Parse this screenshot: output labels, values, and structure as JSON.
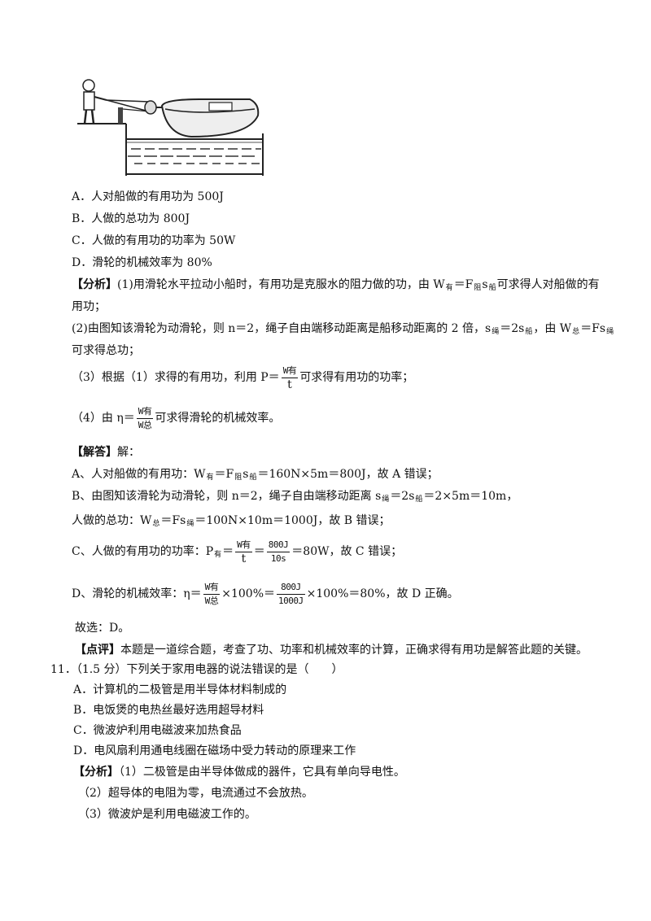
{
  "options_q10": {
    "a": "A．人对船做的有用功为 500J",
    "b": "B．人做的总功为 800J",
    "c": "C．人做的有用功的功率为 50W",
    "d": "D．滑轮的机械效率为 80%"
  },
  "analysis_q10": {
    "tag": "【分析】",
    "p1_a": "(1)用滑轮水平拉动小船时，有用功是克服水的阻力做的功，由 W",
    "p1_b": "＝F",
    "p1_c": "s",
    "p1_d": "可求得人对船做的有",
    "p1_line2": "用功；",
    "p2_a": "(2)由图知该滑轮为动滑轮，则 n＝2，绳子自由端移动距离是船移动距离的 2 倍，s",
    "p2_b": "＝2s",
    "p2_c": "，由 W",
    "p2_d": "＝Fs",
    "p2_line2": "可求得总功；",
    "p3_a": "（3）根据（1）求得的有用功，利用 P＝",
    "p3_num": "W有",
    "p3_den": "t",
    "p3_b": "可求得有用功的功率；",
    "p4_a": "（4）由 η＝",
    "p4_num": "W有",
    "p4_den": "W总",
    "p4_b": "可求得滑轮的机械效率。"
  },
  "solution_q10": {
    "tag": "【解答】",
    "tag_after": "解：",
    "a_1": "A、人对船做的有用功：W",
    "a_2": "＝F",
    "a_3": "s",
    "a_4": "＝160N×5m＝800J，故 A 错误；",
    "b_1": "B、由图知该滑轮为动滑轮，则 n＝2，绳子自由端移动距离 s",
    "b_2": "＝2s",
    "b_3": "＝2×5m＝10m，",
    "b2_1": "人做的总功：W",
    "b2_2": "＝Fs",
    "b2_3": "＝100N×10m＝1000J，故 B 错误；",
    "c_1": "C、人做的有用功的功率：P",
    "c_2": "＝",
    "c_num1": "W有",
    "c_den1": "t",
    "c_3": "＝",
    "c_num2": "800J",
    "c_den2": "10s",
    "c_4": "＝80W，故 C 错误；",
    "d_1": "D、滑轮的机械效率：η＝",
    "d_num1": "W有",
    "d_den1": "W总",
    "d_2": "×100%＝",
    "d_num2": "800J",
    "d_den2": "1000J",
    "d_3": "×100%＝80%，故 D 正确。",
    "choice": "故选：D。"
  },
  "comment_q10": {
    "tag": "【点评】",
    "text": "本题是一道综合题，考查了功、功率和机械效率的计算，正确求得有用功是解答此题的关键。"
  },
  "q11": {
    "stem": "11．（1.5 分）下列关于家用电器的说法错误的是（　　）",
    "a": "A．计算机的二极管是用半导体材料制成的",
    "b": "B．电饭煲的电热丝最好选用超导材料",
    "c": "C．微波炉利用电磁波来加热食品",
    "d": "D．电风扇利用通电线圈在磁场中受力转动的原理来工作"
  },
  "analysis_q11": {
    "tag": "【分析】",
    "p1": "（1）二极管是由半导体做成的器件，它具有单向导电性。",
    "p2": "（2）超导体的电阻为零，电流通过不会放热。",
    "p3": "（3）微波炉是利用电磁波工作的。"
  },
  "subs": {
    "you": "有",
    "zu": "阻",
    "chuan": "船",
    "sheng": "绳",
    "zong": "总"
  }
}
